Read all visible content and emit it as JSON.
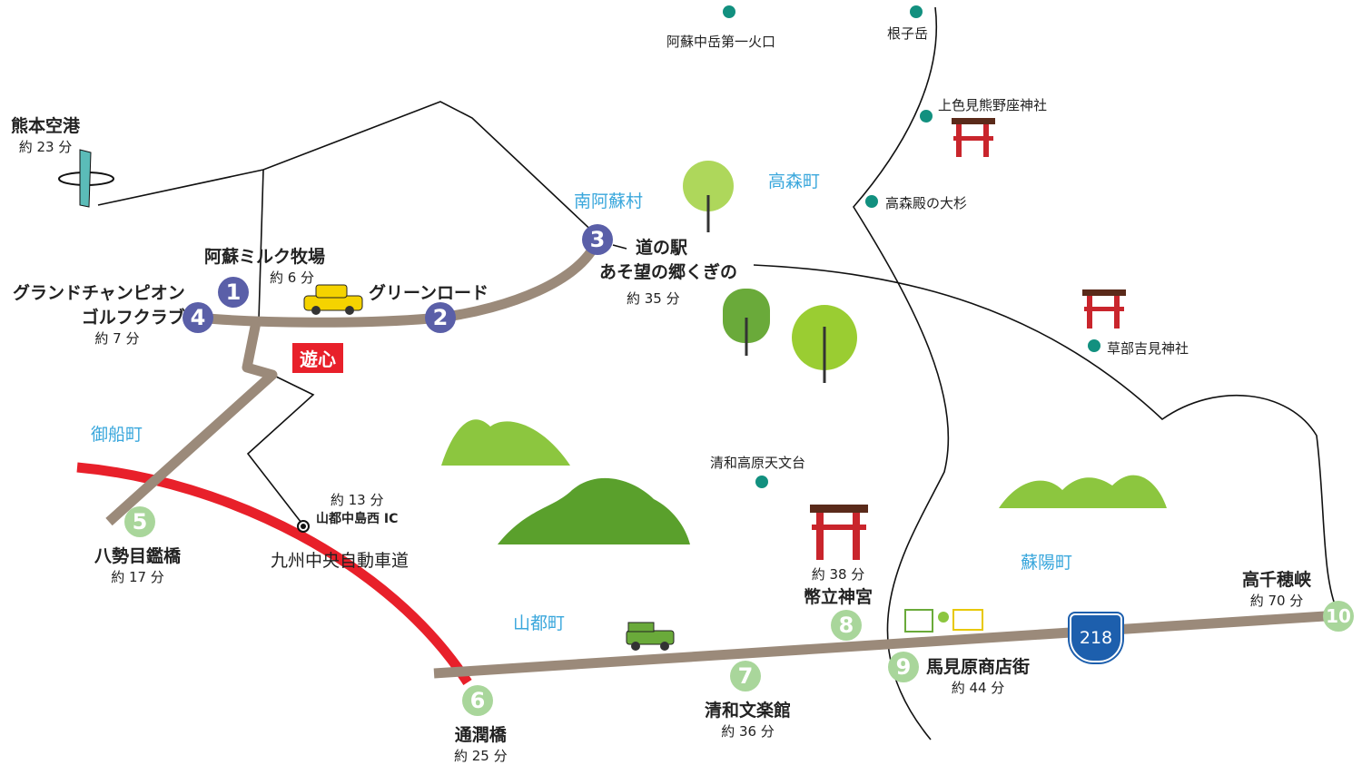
{
  "towns": [
    "南阿蘇村",
    "高森町",
    "御船町",
    "山都町",
    "蘇陽町"
  ],
  "spots": [
    {
      "num": "1",
      "name": "阿蘇ミルク牧場",
      "time": "約 6 分"
    },
    {
      "num": "2",
      "name": "グリーンロード"
    },
    {
      "num": "3",
      "name": "道の駅",
      "name2": "あそ望の郷くぎの",
      "time": "約 35 分"
    },
    {
      "num": "4",
      "name": "グランドチャンピオン",
      "name2": "ゴルフクラブ",
      "time": "約 7 分"
    },
    {
      "num": "5",
      "name": "八勢目鑑橋",
      "time": "約 17 分"
    },
    {
      "num": "6",
      "name": "通潤橋",
      "time": "約 25 分"
    },
    {
      "num": "7",
      "name": "清和文楽館",
      "time": "約 36 分"
    },
    {
      "num": "8",
      "name": "幣立神宮",
      "time": "約 38 分"
    },
    {
      "num": "9",
      "name": "馬見原商店街",
      "time": "約 44 分"
    },
    {
      "num": "10",
      "name": "高千穂峡",
      "time": "約 70 分"
    }
  ],
  "airport": {
    "name": "熊本空港",
    "time": "約 23 分"
  },
  "poi": [
    "阿蘇中岳第一火口",
    "根子岳",
    "上色見熊野座神社",
    "高森殿の大杉",
    "草部吉見神社",
    "清和高原天文台"
  ],
  "ic": {
    "time": "約 13 分",
    "name": "山都中島西 IC"
  },
  "expressway": "九州中央自動車道",
  "origin": "遊心",
  "route": "218",
  "colors": {
    "road": "#9b8a7a",
    "expressway": "#e8202a",
    "poi": "#12907f",
    "town": "#3aa7dc"
  }
}
